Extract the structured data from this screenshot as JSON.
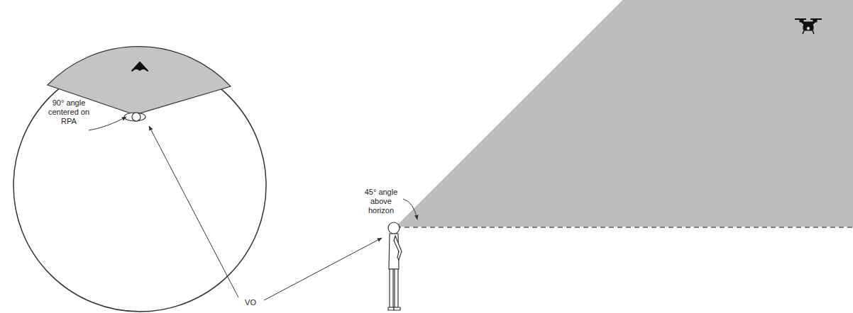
{
  "diagram": {
    "labels": [
      "90° angle centered on RPA",
      "45° angle above horizon",
      "VO"
    ]
  }
}
